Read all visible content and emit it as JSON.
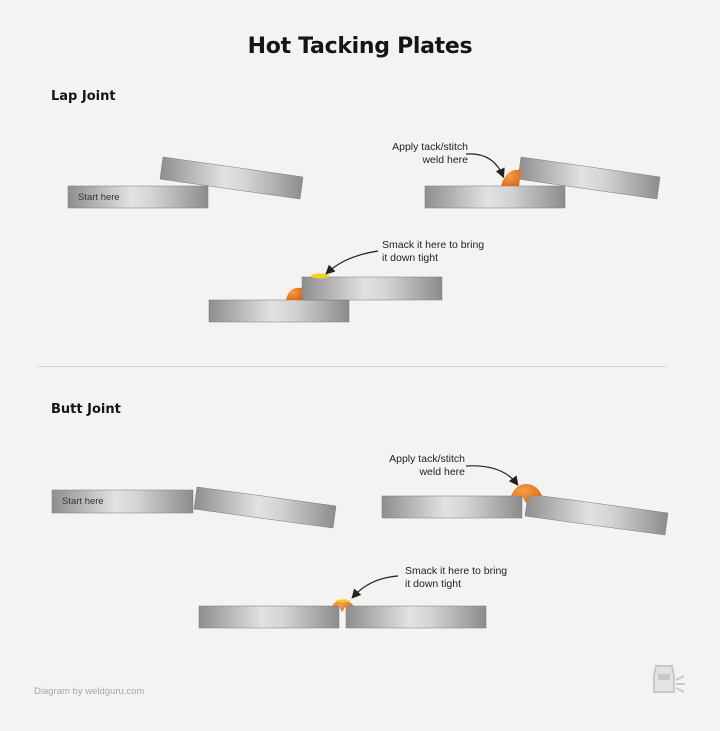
{
  "title": "Hot Tacking Plates",
  "lap_joint": {
    "heading": "Lap Joint",
    "start_label": "Start here",
    "tack_note": "Apply tack/stitch\nweld here",
    "smack_note": "Smack it here to bring\nit down tight"
  },
  "butt_joint": {
    "heading": "Butt  Joint",
    "start_label": "Start here",
    "tack_note": "Apply tack/stitch\nweld here",
    "smack_note": "Smack it here to bring\nit down tight"
  },
  "credit": "Diagram by weldguru.com",
  "colors": {
    "background": "#f3f3f1",
    "plate_light": "#dcdcdc",
    "plate_dark": "#8f8f8f",
    "weld": "#e8751e",
    "impact_glow": "#f2d21a"
  },
  "icons": {
    "logo": "weldguru-helmet-icon"
  }
}
